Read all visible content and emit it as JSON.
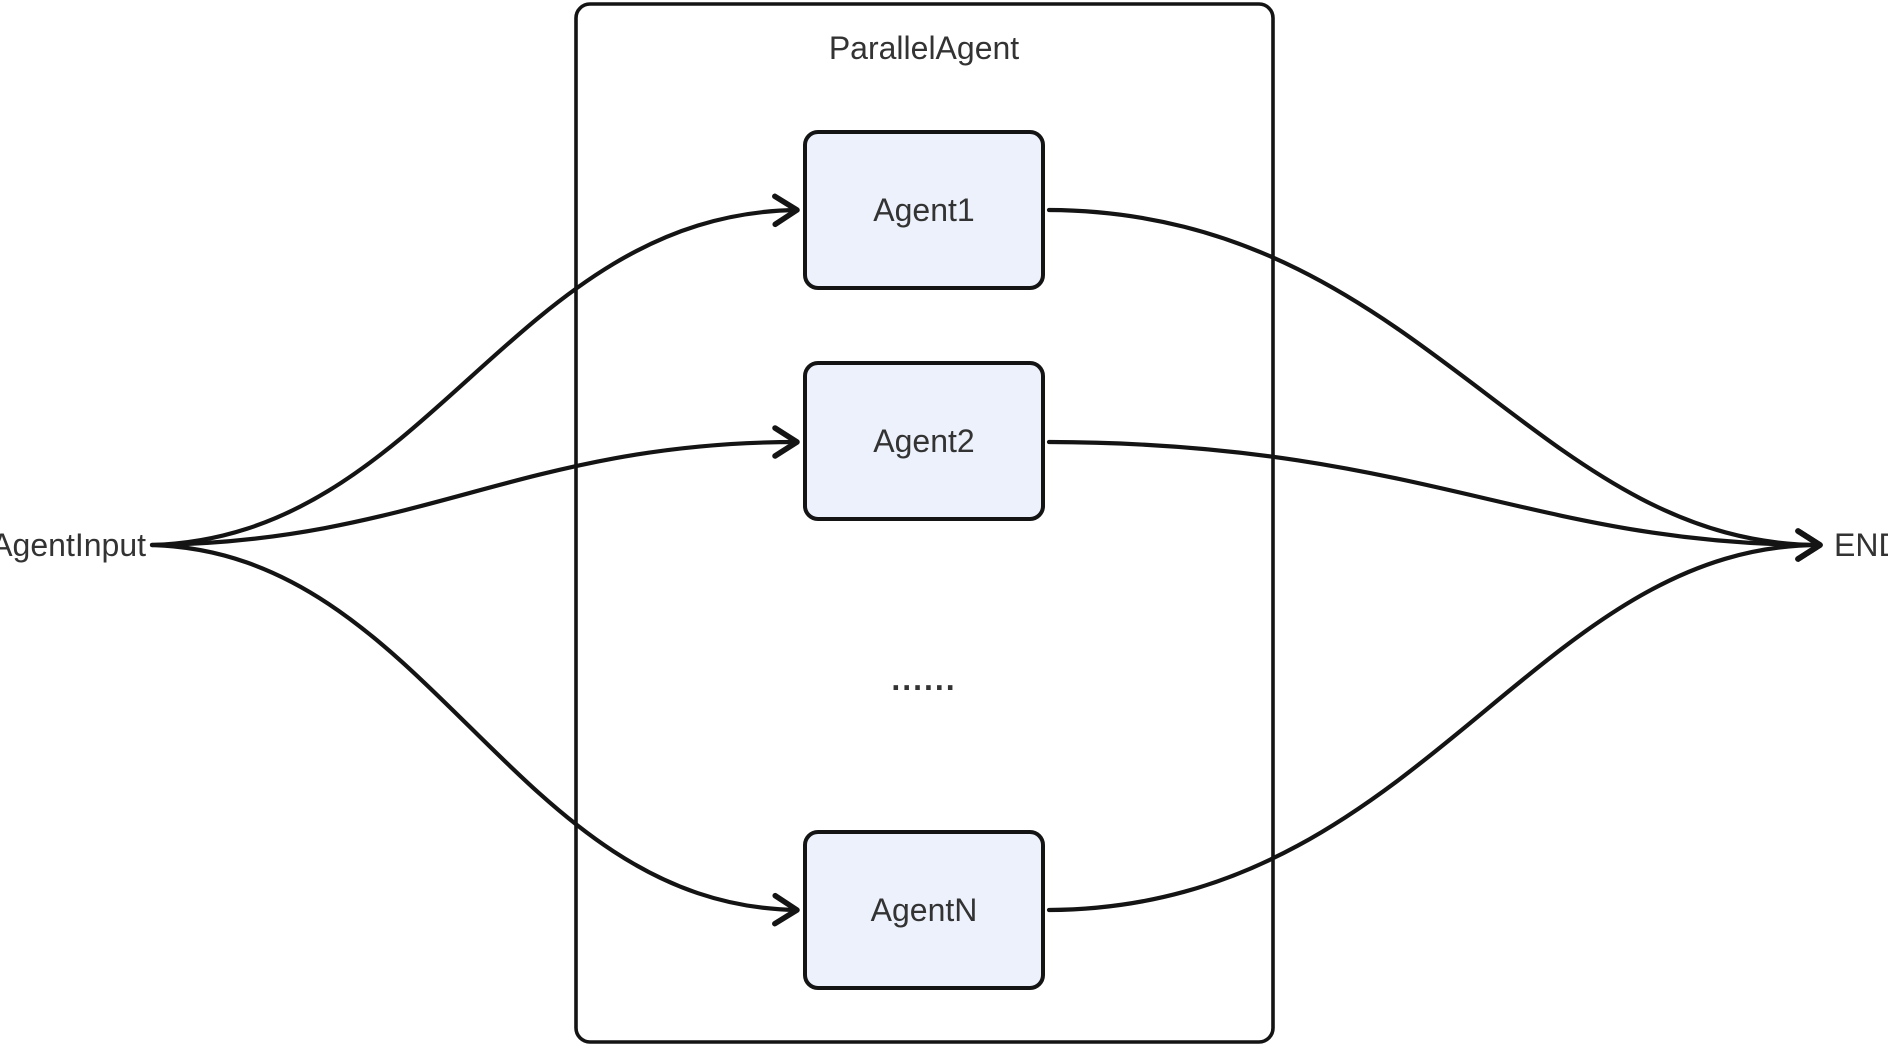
{
  "diagram": {
    "type": "flowchart",
    "direction": "left-to-right",
    "input_label": "AgentInput",
    "end_label": "END",
    "container": {
      "label": "ParallelAgent"
    },
    "nodes": [
      {
        "id": "agent1",
        "label": "Agent1"
      },
      {
        "id": "agent2",
        "label": "Agent2"
      },
      {
        "id": "agentN",
        "label": "AgentN"
      }
    ],
    "ellipsis_label": "......",
    "edges": [
      {
        "from": "AgentInput",
        "to": "Agent1"
      },
      {
        "from": "AgentInput",
        "to": "Agent2"
      },
      {
        "from": "AgentInput",
        "to": "AgentN"
      },
      {
        "from": "Agent1",
        "to": "END"
      },
      {
        "from": "Agent2",
        "to": "END"
      },
      {
        "from": "AgentN",
        "to": "END"
      }
    ],
    "colors": {
      "node_fill": "#ECF1FB",
      "node_stroke": "#141414",
      "container_fill": "#FFFFFF",
      "container_stroke": "#141414",
      "edge": "#141414",
      "text": "#333333"
    }
  }
}
